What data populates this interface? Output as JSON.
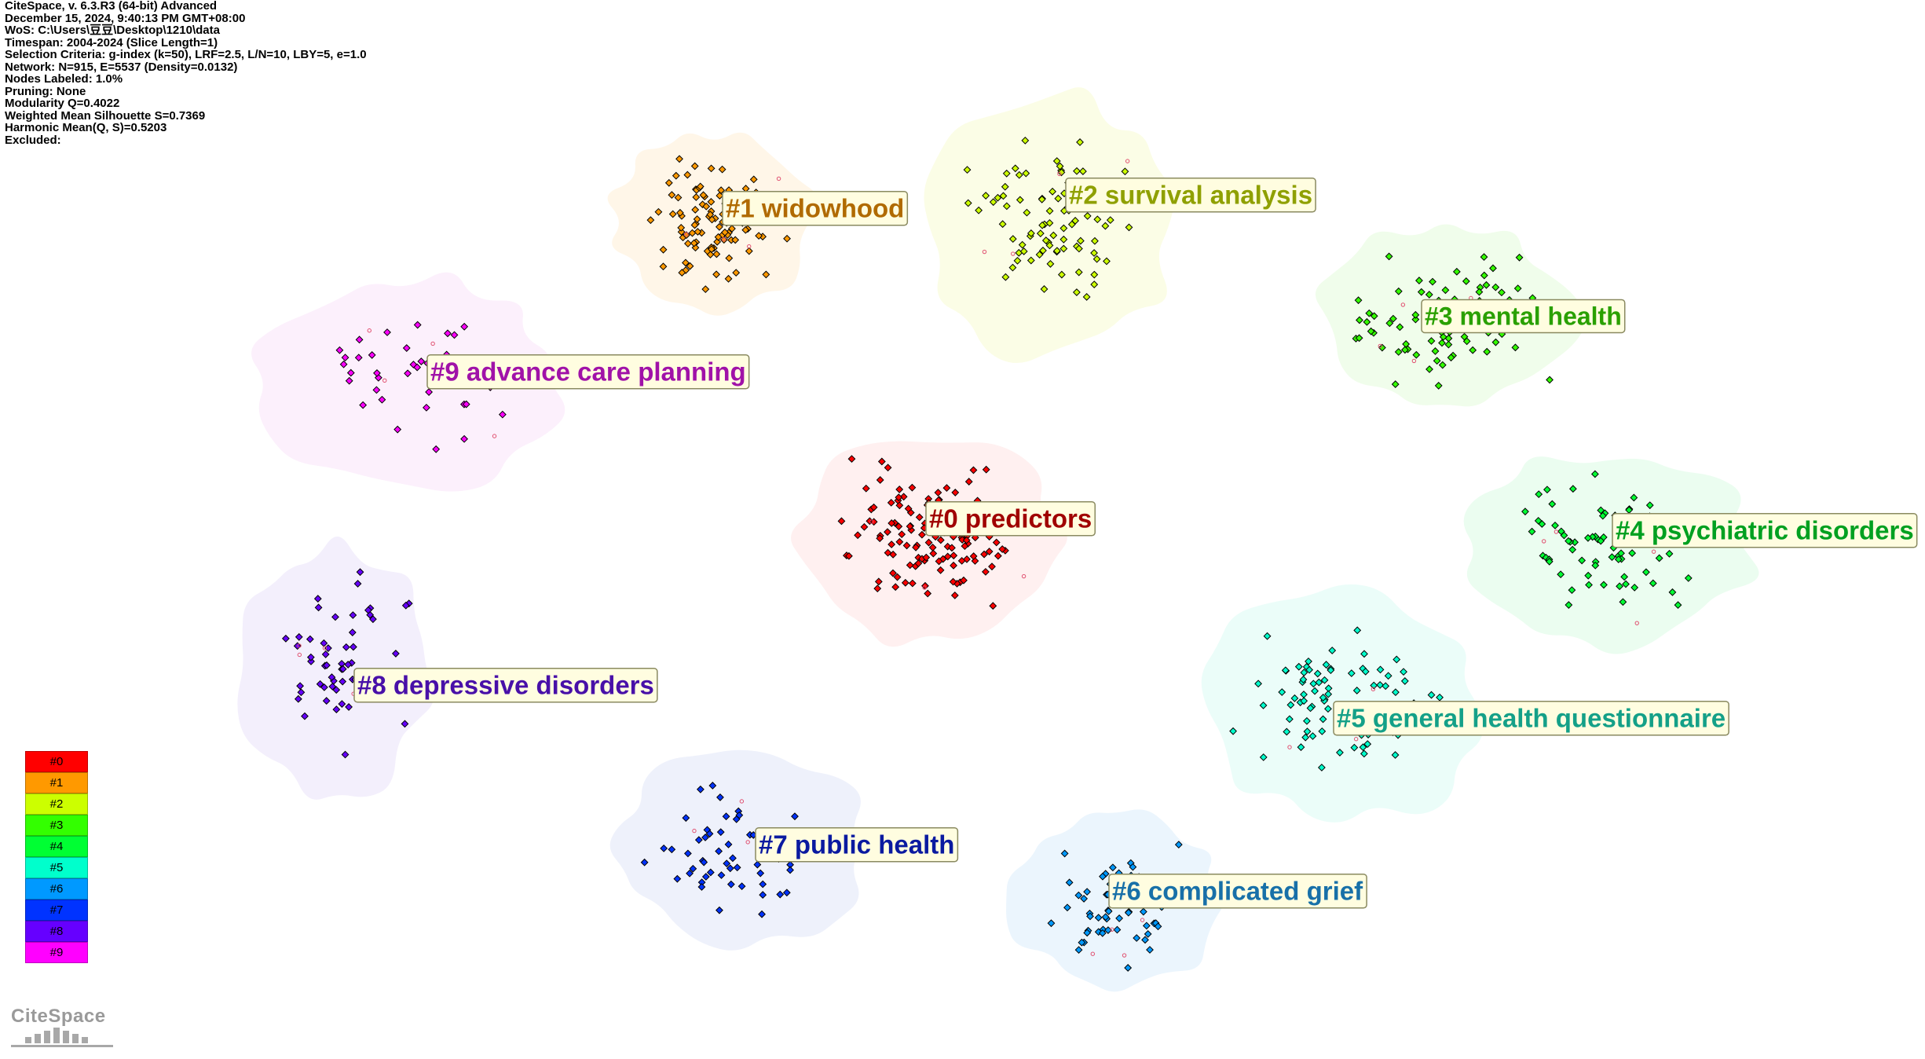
{
  "info": {
    "lines": [
      "CiteSpace, v. 6.3.R3 (64-bit) Advanced",
      "December 15, 2024, 9:40:13 PM GMT+08:00",
      "WoS: C:\\Users\\豆豆\\Desktop\\1210\\data",
      "Timespan: 2004-2024 (Slice Length=1)",
      "Selection Criteria: g-index (k=50), LRF=2.5, L/N=10, LBY=5, e=1.0",
      "Network: N=915, E=5537 (Density=0.0132)",
      "Nodes Labeled: 1.0%",
      "Pruning: None",
      "Modularity Q=0.4022",
      "Weighted Mean Silhouette S=0.7369",
      "Harmonic Mean(Q, S)=0.5203",
      "Excluded:"
    ]
  },
  "clusters": [
    {
      "id": "#0",
      "label": "#0 predictors",
      "color": "#ff0000",
      "text_color": "#a00000",
      "hull": "#fff0f0"
    },
    {
      "id": "#1",
      "label": "#1 widowhood",
      "color": "#ff9900",
      "text_color": "#b06a00",
      "hull": "#fff6e8"
    },
    {
      "id": "#2",
      "label": "#2 survival analysis",
      "color": "#ccff00",
      "text_color": "#8fa000",
      "hull": "#fbfde6"
    },
    {
      "id": "#3",
      "label": "#3 mental health",
      "color": "#33ff00",
      "text_color": "#2aa000",
      "hull": "#f0fdeb"
    },
    {
      "id": "#4",
      "label": "#4 psychiatric disorders",
      "color": "#00ff33",
      "text_color": "#00a020",
      "hull": "#ebfdf0"
    },
    {
      "id": "#5",
      "label": "#5 general health questionnaire",
      "color": "#00ffcc",
      "text_color": "#14a088",
      "hull": "#ebfdf9"
    },
    {
      "id": "#6",
      "label": "#6 complicated grief",
      "color": "#0099ff",
      "text_color": "#1870a8",
      "hull": "#ebf5fd"
    },
    {
      "id": "#7",
      "label": "#7 public health",
      "color": "#0033ff",
      "text_color": "#0a1aa0",
      "hull": "#eef1fb"
    },
    {
      "id": "#8",
      "label": "#8 depressive disorders",
      "color": "#6600ff",
      "text_color": "#4810a8",
      "hull": "#f3effc"
    },
    {
      "id": "#9",
      "label": "#9 advance care planning",
      "color": "#ff00ff",
      "text_color": "#a012a8",
      "hull": "#fcf0fc"
    }
  ],
  "legend": [
    "#0",
    "#1",
    "#2",
    "#3",
    "#4",
    "#5",
    "#6",
    "#7",
    "#8",
    "#9"
  ],
  "logo_text": "CiteSpace"
}
